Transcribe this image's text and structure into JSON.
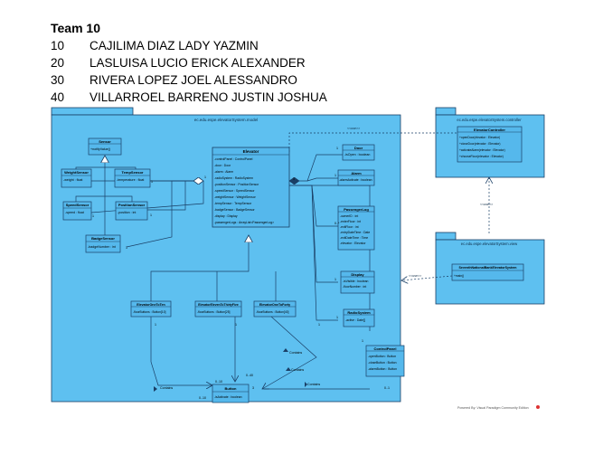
{
  "team": {
    "title": "Team 10",
    "members": [
      {
        "num": "10",
        "name": "CAJILIMA DIAZ LADY YAZMIN"
      },
      {
        "num": "20",
        "name": "LASLUISA LUCIO ERICK ALEXANDER"
      },
      {
        "num": "30",
        "name": "RIVERA LOPEZ JOEL ALESSANDRO"
      },
      {
        "num": "40",
        "name": "VILLARROEL BARRENO JUSTIN JOSHUA"
      }
    ]
  },
  "packages": {
    "model": "ec.edu.espe.elevatorSystem.model",
    "controller": "ec.edu.espe.elevatorSystem.controller",
    "view": "ec.edu.espe.elevatorSystem.view"
  },
  "classes": {
    "sensor": {
      "name": "Sensor",
      "ops": [
        "+notifyValue()"
      ]
    },
    "weightSensor": {
      "name": "WeightSensor",
      "attrs": [
        "-weight : float"
      ]
    },
    "tempSensor": {
      "name": "TempSensor",
      "attrs": [
        "-temperature : float"
      ]
    },
    "speedSensor": {
      "name": "SpeedSensor",
      "attrs": [
        "-speed : float"
      ]
    },
    "positionSensor": {
      "name": "PositionSensor",
      "attrs": [
        "-position : int"
      ]
    },
    "badgeSensor": {
      "name": "BadgeSensor",
      "attrs": [
        "-badgeNumber : int"
      ]
    },
    "elevator": {
      "name": "Elevator",
      "attrs": [
        "-controlPanel : ControlPanel",
        "-door : Door",
        "-alarm : Alarm",
        "-radioSystem : RadioSystem",
        "-positionSensor : PositionSensor",
        "-speedSensor : SpeedSensor",
        "-weightSensor : WeightSensor",
        "-tempSensor : TempSensor",
        "-badgeSensor : BadgeSensor",
        "-display : Display",
        "-passengerLogs : ArrayList<PassengerLog>"
      ]
    },
    "door": {
      "name": "Door",
      "attrs": [
        "-isOpen : boolean"
      ]
    },
    "alarm": {
      "name": "Alarm",
      "attrs": [
        "-alarmActivate : boolean"
      ]
    },
    "passengerLog": {
      "name": "PassengerLog",
      "attrs": [
        "-ownerID : int",
        "-enterFloor : int",
        "-exitFloor : int",
        "-entryDateTime : Date",
        "-exitDateTime : Time",
        "-elevator : Elevator"
      ]
    },
    "display": {
      "name": "Display",
      "attrs": [
        "-isVisible : boolean",
        "-floorNumber : int"
      ]
    },
    "radioSystem": {
      "name": "RadioSystem",
      "attrs": [
        "-active : Date[]"
      ]
    },
    "controlPanel": {
      "name": "ControlPanel",
      "attrs": [
        "-openButton : Button",
        "-closeButton : Button",
        "-alarmButton : Button"
      ]
    },
    "button": {
      "name": "Button",
      "attrs": [
        "-isActivate : boolean"
      ]
    },
    "elevOneToTen": {
      "name": "ElevatorOneToTen",
      "attrs": [
        "-floorButtons : Button[10]"
      ]
    },
    "elevElevenToThirty": {
      "name": "ElevatorElevenToThirtyFive",
      "attrs": [
        "-floorButtons : Button[25]"
      ]
    },
    "elevOneToForty": {
      "name": "ElevatorOneToForty",
      "attrs": [
        "-floorButtons : Button[40]"
      ]
    },
    "elevatorController": {
      "name": "ElevatorController",
      "ops": [
        "+openDoor(elevator : Elevator)",
        "+closeDoor(elevator : Elevator)",
        "+activateAlarm(elevator : Elevator)",
        "+chooseFloor(elevator : Elevator)"
      ]
    },
    "sevenBanks": {
      "name": "SeventhNationalBankElevatorSystem",
      "ops": [
        "+main()"
      ]
    }
  },
  "labels": {
    "use": "<<use>>",
    "contains": "Contains",
    "footer": "Powered By: Visual Paradigm Community Edition",
    "m1": "1",
    "m01": "0..1",
    "m0n": "0..*",
    "m10": "0..10",
    "m25": "0..25",
    "m40": "0..40",
    "m3": "3"
  },
  "colors": {
    "fill": "#55b8ec",
    "stroke": "#1a3f66",
    "pkgFill": "#5ec0f0"
  }
}
